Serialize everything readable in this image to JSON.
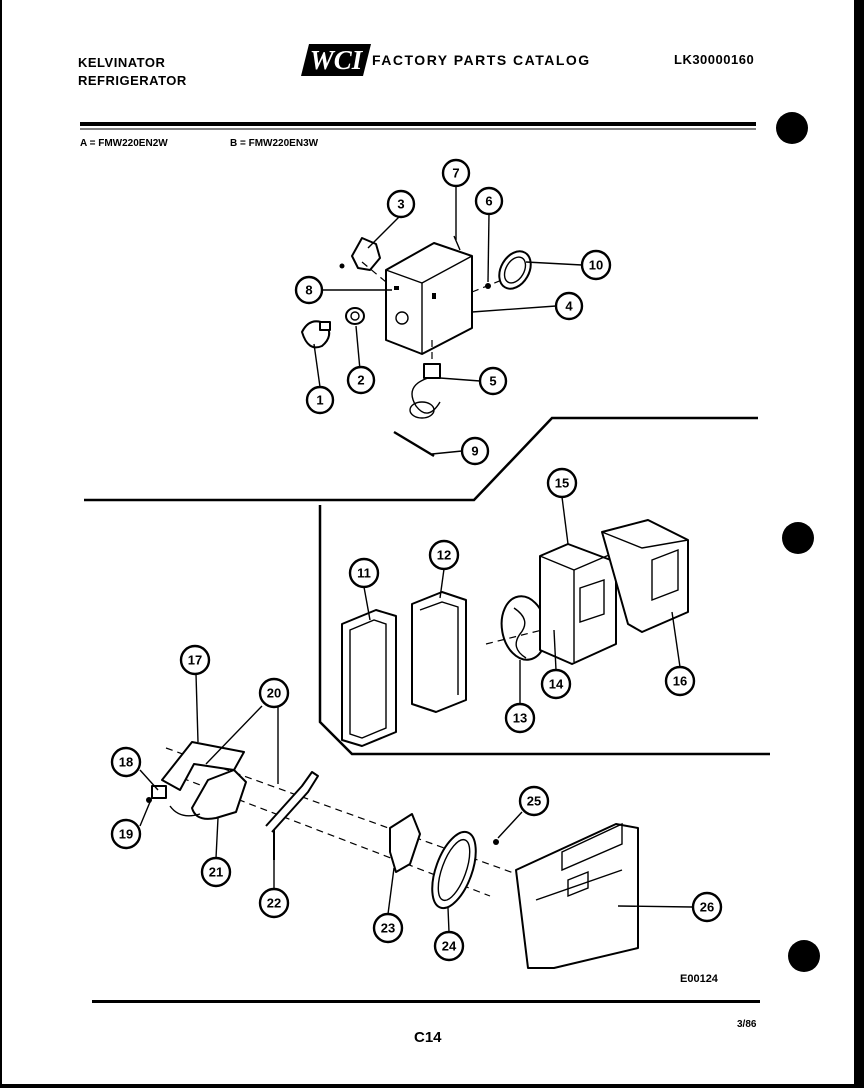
{
  "header": {
    "brand_line1": "KELVINATOR",
    "brand_line2": "REFRIGERATOR",
    "logo_text": "WCI",
    "catalog_title": "FACTORY PARTS CATALOG",
    "catalog_number": "LK30000160"
  },
  "models": {
    "a": "A = FMW220EN2W",
    "b": "B = FMW220EN3W"
  },
  "callouts": [
    "1",
    "2",
    "3",
    "4",
    "5",
    "6",
    "7",
    "8",
    "9",
    "10",
    "11",
    "12",
    "13",
    "14",
    "15",
    "16",
    "17",
    "18",
    "19",
    "20",
    "21",
    "22",
    "23",
    "24",
    "25",
    "26"
  ],
  "figure_code": "E00124",
  "footer": {
    "page": "C14",
    "date": "3/86"
  }
}
